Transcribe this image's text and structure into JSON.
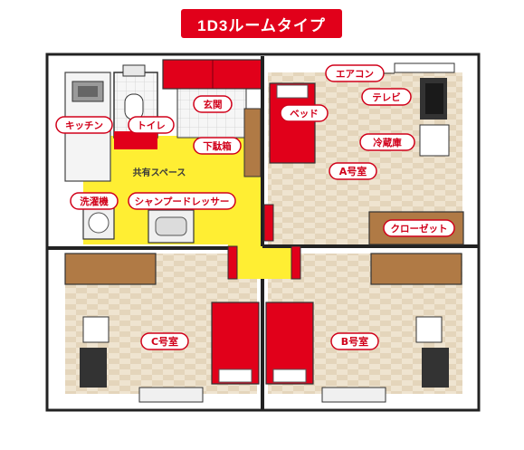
{
  "title": "1D3ルームタイプ",
  "labels": {
    "kitchen": "キッチン",
    "toilet": "トイレ",
    "entrance": "玄関",
    "shoe_box": "下駄箱",
    "common_space": "共有スペース",
    "washing_machine": "洗濯機",
    "shampoo_dresser": "シャンプードレッサー",
    "air_conditioner": "エアコン",
    "tv": "テレビ",
    "bed": "ベッド",
    "refrigerator": "冷蔵庫",
    "closet": "クローゼット"
  },
  "rooms": {
    "a": "A号室",
    "b": "B号室",
    "c": "C号室"
  },
  "colors": {
    "accent_red": "#e1001a",
    "common_yellow": "#ffee33",
    "floor": "#e9ddc8",
    "wood": "#b07a45",
    "wall": "#ffffff",
    "outline": "#222222"
  }
}
